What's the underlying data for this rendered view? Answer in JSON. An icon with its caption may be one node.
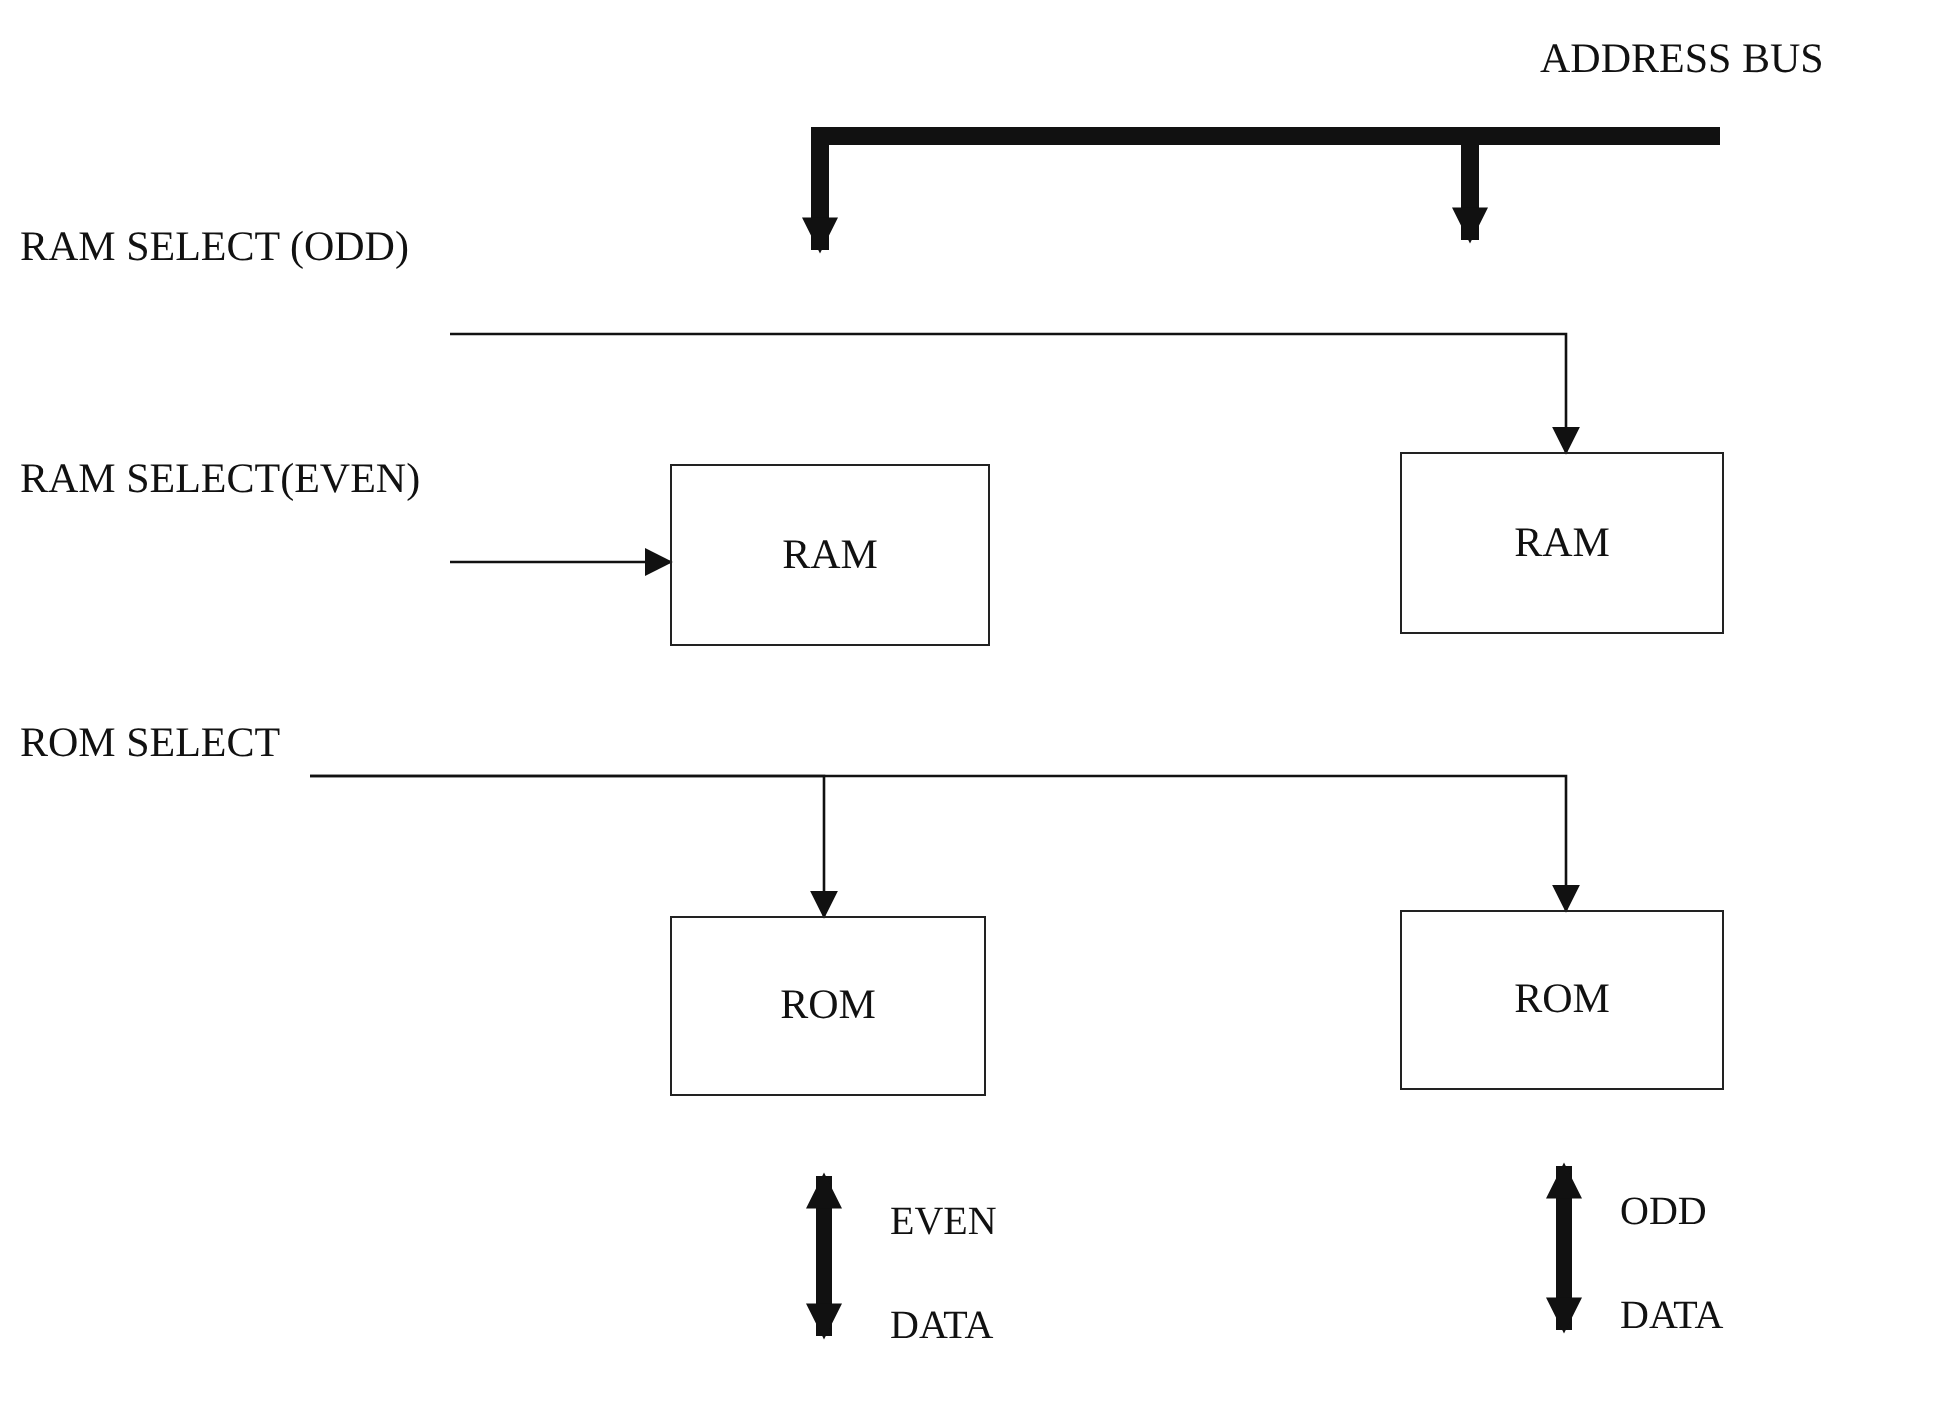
{
  "diagram": {
    "nodes": [
      {
        "text": [
          "ADDRESS BUS"
        ]
      },
      {
        "text": [
          "RAM SELECT (ODD)"
        ]
      },
      {
        "text": [
          "RAM SELECT(EVEN)"
        ]
      },
      {
        "text": [
          "RAM"
        ]
      },
      {
        "text": [
          "RAM"
        ]
      },
      {
        "text": [
          "ROM SELECT"
        ]
      },
      {
        "text": [
          "ROM"
        ]
      },
      {
        "text": [
          "ROM"
        ]
      }
    ],
    "edges": [
      {
        "from": 0,
        "to": null,
        "arrow": "to",
        "style": "thick"
      },
      {
        "from": 0,
        "to": null,
        "arrow": "to",
        "style": "thick"
      },
      {
        "from": 1,
        "to": 4,
        "arrow": "to"
      },
      {
        "from": 2,
        "to": 3,
        "arrow": "to"
      },
      {
        "from": 5,
        "to": 6,
        "arrow": "to"
      },
      {
        "from": 5,
        "to": 7,
        "arrow": "to"
      }
    ],
    "labels": [
      "EVEN DATA",
      "ODD DATA"
    ]
  }
}
